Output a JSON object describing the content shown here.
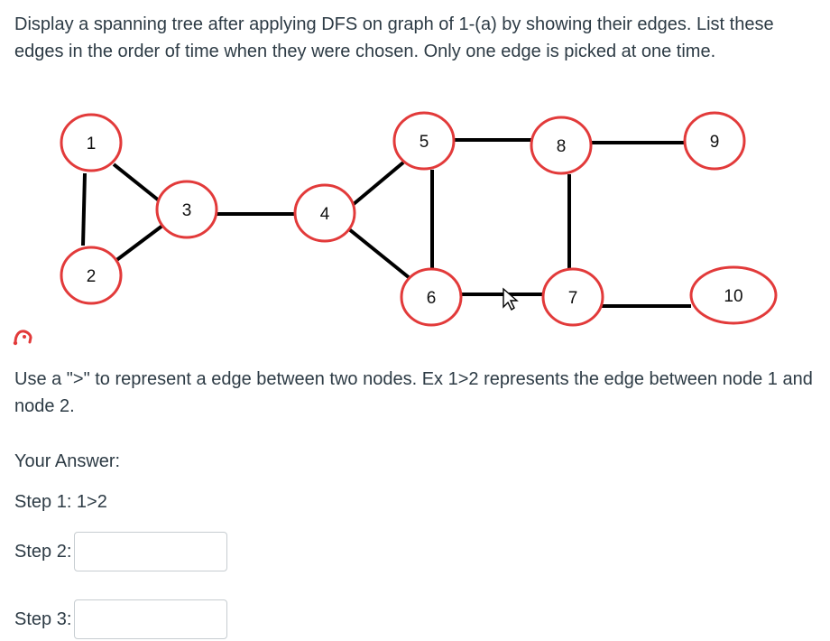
{
  "question": {
    "text": "Display a spanning tree after applying DFS on graph of 1-(a) by showing their edges. List these edges in the order of time when they were chosen. Only one edge is picked at one time."
  },
  "graph": {
    "nodes": [
      {
        "id": "1",
        "label": "1"
      },
      {
        "id": "2",
        "label": "2"
      },
      {
        "id": "3",
        "label": "3"
      },
      {
        "id": "4",
        "label": "4"
      },
      {
        "id": "5",
        "label": "5"
      },
      {
        "id": "6",
        "label": "6"
      },
      {
        "id": "7",
        "label": "7"
      },
      {
        "id": "8",
        "label": "8"
      },
      {
        "id": "9",
        "label": "9"
      },
      {
        "id": "10",
        "label": "10"
      }
    ],
    "edges": [
      [
        "1",
        "2"
      ],
      [
        "1",
        "3"
      ],
      [
        "2",
        "3"
      ],
      [
        "3",
        "4"
      ],
      [
        "4",
        "5"
      ],
      [
        "4",
        "6"
      ],
      [
        "5",
        "6"
      ],
      [
        "5",
        "8"
      ],
      [
        "8",
        "9"
      ],
      [
        "8",
        "7"
      ],
      [
        "6",
        "7"
      ],
      [
        "7",
        "10"
      ]
    ],
    "node_stroke_color": "#e23a3a",
    "edge_color": "#000000"
  },
  "hint": {
    "text": "Use a \">\" to represent a edge between two nodes. Ex 1>2 represents the edge between node 1 and node 2."
  },
  "answer": {
    "heading": "Your Answer:",
    "step1": "Step 1: 1>2",
    "step2_label": "Step 2:",
    "step2_value": "",
    "step3_label": "Step 3:",
    "step3_value": ""
  },
  "icons": {
    "flag": "red-flag-icon"
  }
}
